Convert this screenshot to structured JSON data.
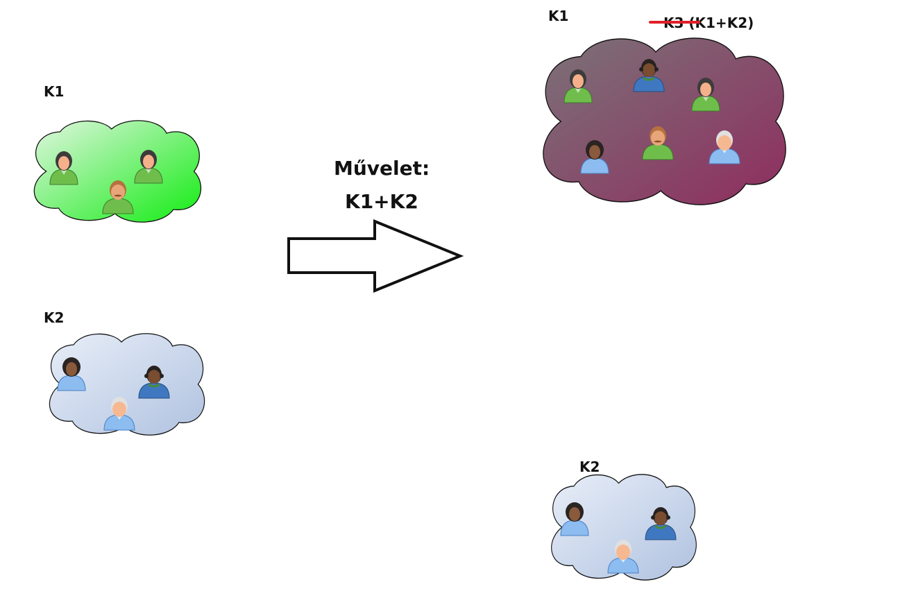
{
  "labels": {
    "left_k1": "K1",
    "left_k2": "K2",
    "right_k1": "K1",
    "right_k2": "K2",
    "k3_label": "K3 (K1+K2)"
  },
  "operation": {
    "line1": "Művelet:",
    "line2": "K1+K2"
  },
  "colors": {
    "green_group": "#22e822",
    "blue_group": "#b0c4e4",
    "merged_group_start": "#7a6a70",
    "merged_group_end": "#8e2f5e",
    "strike_red": "#e0202a"
  },
  "groups": [
    {
      "name": "left_k1",
      "members": [
        "person-green-female",
        "person-green-female",
        "person-green-mustache"
      ]
    },
    {
      "name": "left_k2",
      "members": [
        "person-blue-dark-female",
        "person-blue-headset",
        "person-blue-elder"
      ]
    },
    {
      "name": "right_k1_merged",
      "members": [
        "person-green-female",
        "person-blue-headset",
        "person-green-female",
        "person-blue-dark-female",
        "person-green-mustache",
        "person-blue-elder"
      ]
    },
    {
      "name": "right_k2",
      "members": [
        "person-blue-dark-female",
        "person-blue-headset",
        "person-blue-elder"
      ]
    }
  ]
}
